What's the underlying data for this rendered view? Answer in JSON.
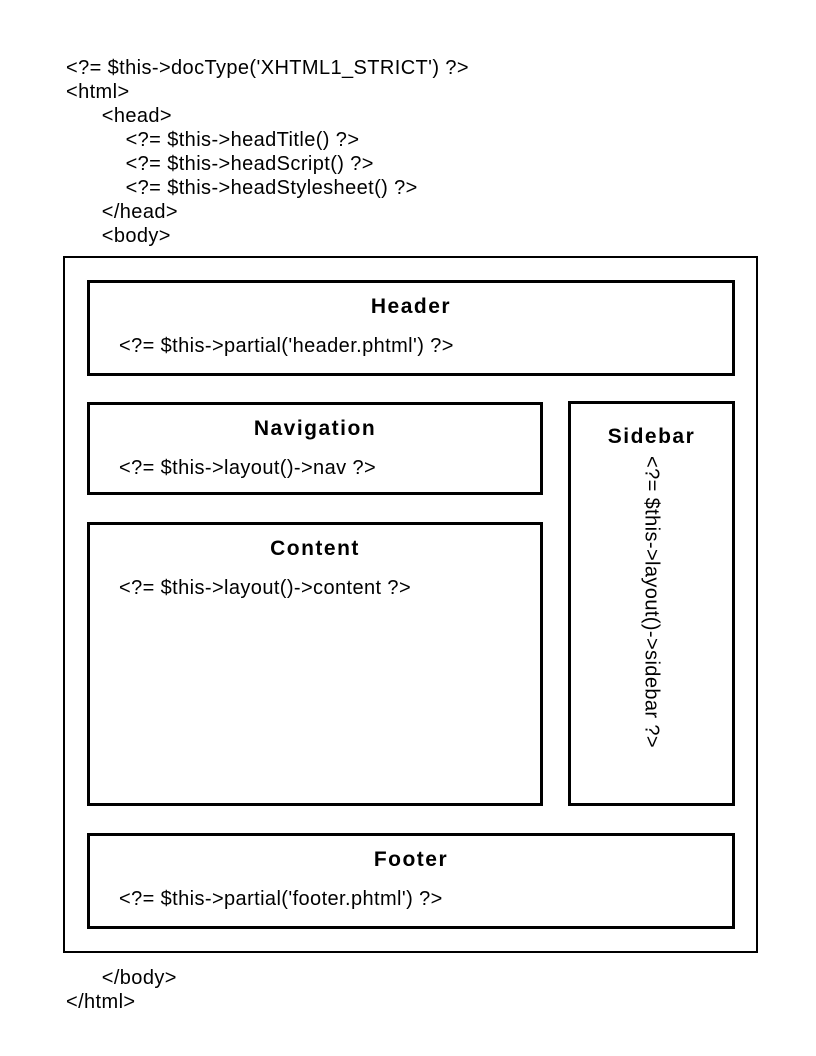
{
  "colors": {
    "background": "#ffffff",
    "foreground": "#000000"
  },
  "code_top": {
    "lines": [
      "<?= $this->docType('XHTML1_STRICT') ?>",
      "<html>",
      "      <head>",
      "          <?= $this->headTitle() ?>",
      "          <?= $this->headScript() ?>",
      "          <?= $this->headStylesheet() ?>",
      "      </head>",
      "      <body>"
    ]
  },
  "diagram": {
    "header": {
      "title": "Header",
      "code": "<?= $this->partial('header.phtml') ?>"
    },
    "navigation": {
      "title": "Navigation",
      "code": "<?= $this->layout()->nav ?>"
    },
    "content": {
      "title": "Content",
      "code": "<?= $this->layout()->content ?>"
    },
    "sidebar": {
      "title": "Sidebar",
      "code": "<?= $this->layout()->sidebar ?>"
    },
    "footer": {
      "title": "Footer",
      "code": "<?= $this->partial('footer.phtml') ?>"
    }
  },
  "code_bottom": {
    "lines": [
      "      </body>",
      "</html>"
    ]
  }
}
